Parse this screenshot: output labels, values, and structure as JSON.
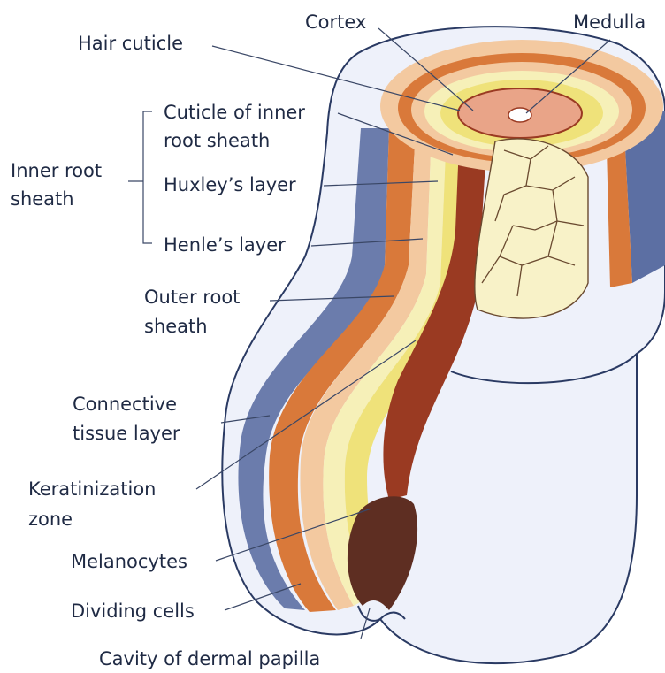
{
  "labels": {
    "cortex": "Cortex",
    "medulla": "Medulla",
    "hair_cuticle": "Hair cuticle",
    "cuticle_inner_line1": "Cuticle of inner",
    "cuticle_inner_line2": "root sheath",
    "inner_root_line1": "Inner root",
    "inner_root_line2": "sheath",
    "huxley": "Huxley’s layer",
    "henle": "Henle’s layer",
    "outer_root_line1": "Outer root",
    "outer_root_line2": "sheath",
    "connective_line1": "Connective",
    "connective_line2": "tissue layer",
    "kerat_line1": "Keratinization",
    "kerat_line2": "zone",
    "melanocytes": "Melanocytes",
    "dividing": "Dividing cells",
    "papilla": "Cavity of dermal papilla"
  },
  "colors": {
    "outline": "#2a3a63",
    "connective_blue": "#5c6fa3",
    "outer_orange": "#d9793a",
    "peach": "#f3c9a0",
    "pale_yellow": "#f6f0b8",
    "yellow": "#efe27a",
    "shaft_brown": "#9a3a22",
    "bulb_brown": "#5e2e22",
    "cortex_pink": "#e9a488",
    "skin_white": "#eef1fa"
  }
}
